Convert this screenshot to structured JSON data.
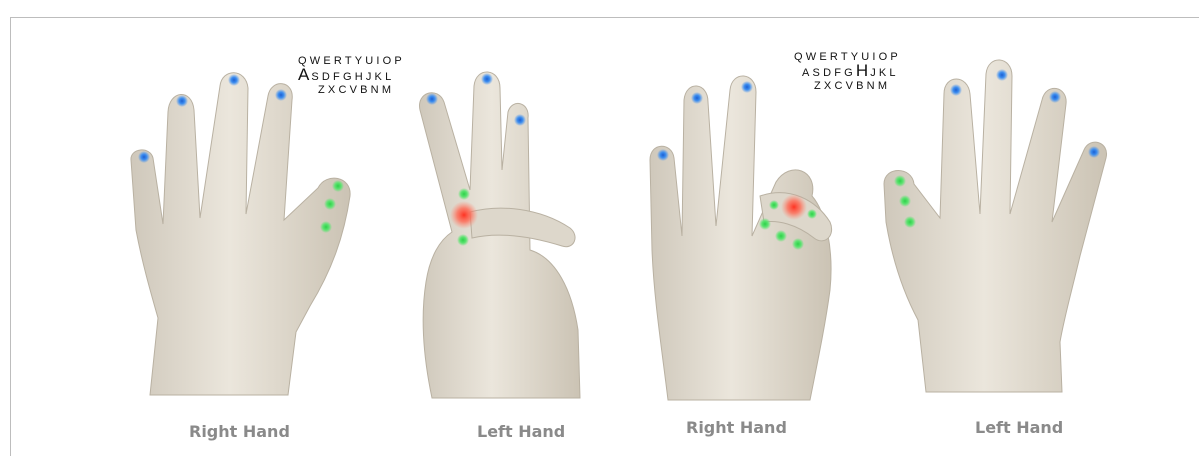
{
  "captions": [
    "Right Hand",
    "Left Hand",
    "Right Hand",
    "Left Hand"
  ],
  "keyboard_left": {
    "row1": "QWERTYUIOP",
    "row2_highlight": "A",
    "row2_rest": "SDFGHJKL",
    "row3": "ZXCVBNM"
  },
  "keyboard_right": {
    "row1": "QWERTYUIOP",
    "row2_before": "ASDFG",
    "row2_highlight": "H",
    "row2_after": "JKL",
    "row3": "ZXCVBNM"
  },
  "colors": {
    "skin": "#e3ded3",
    "skin_shadow": "#bdb5a6",
    "tip_dot": "#2f7fe0",
    "joint_dot": "#3ddc57",
    "contact_glow": "#ff4a3a",
    "caption": "#8a8a8a"
  }
}
